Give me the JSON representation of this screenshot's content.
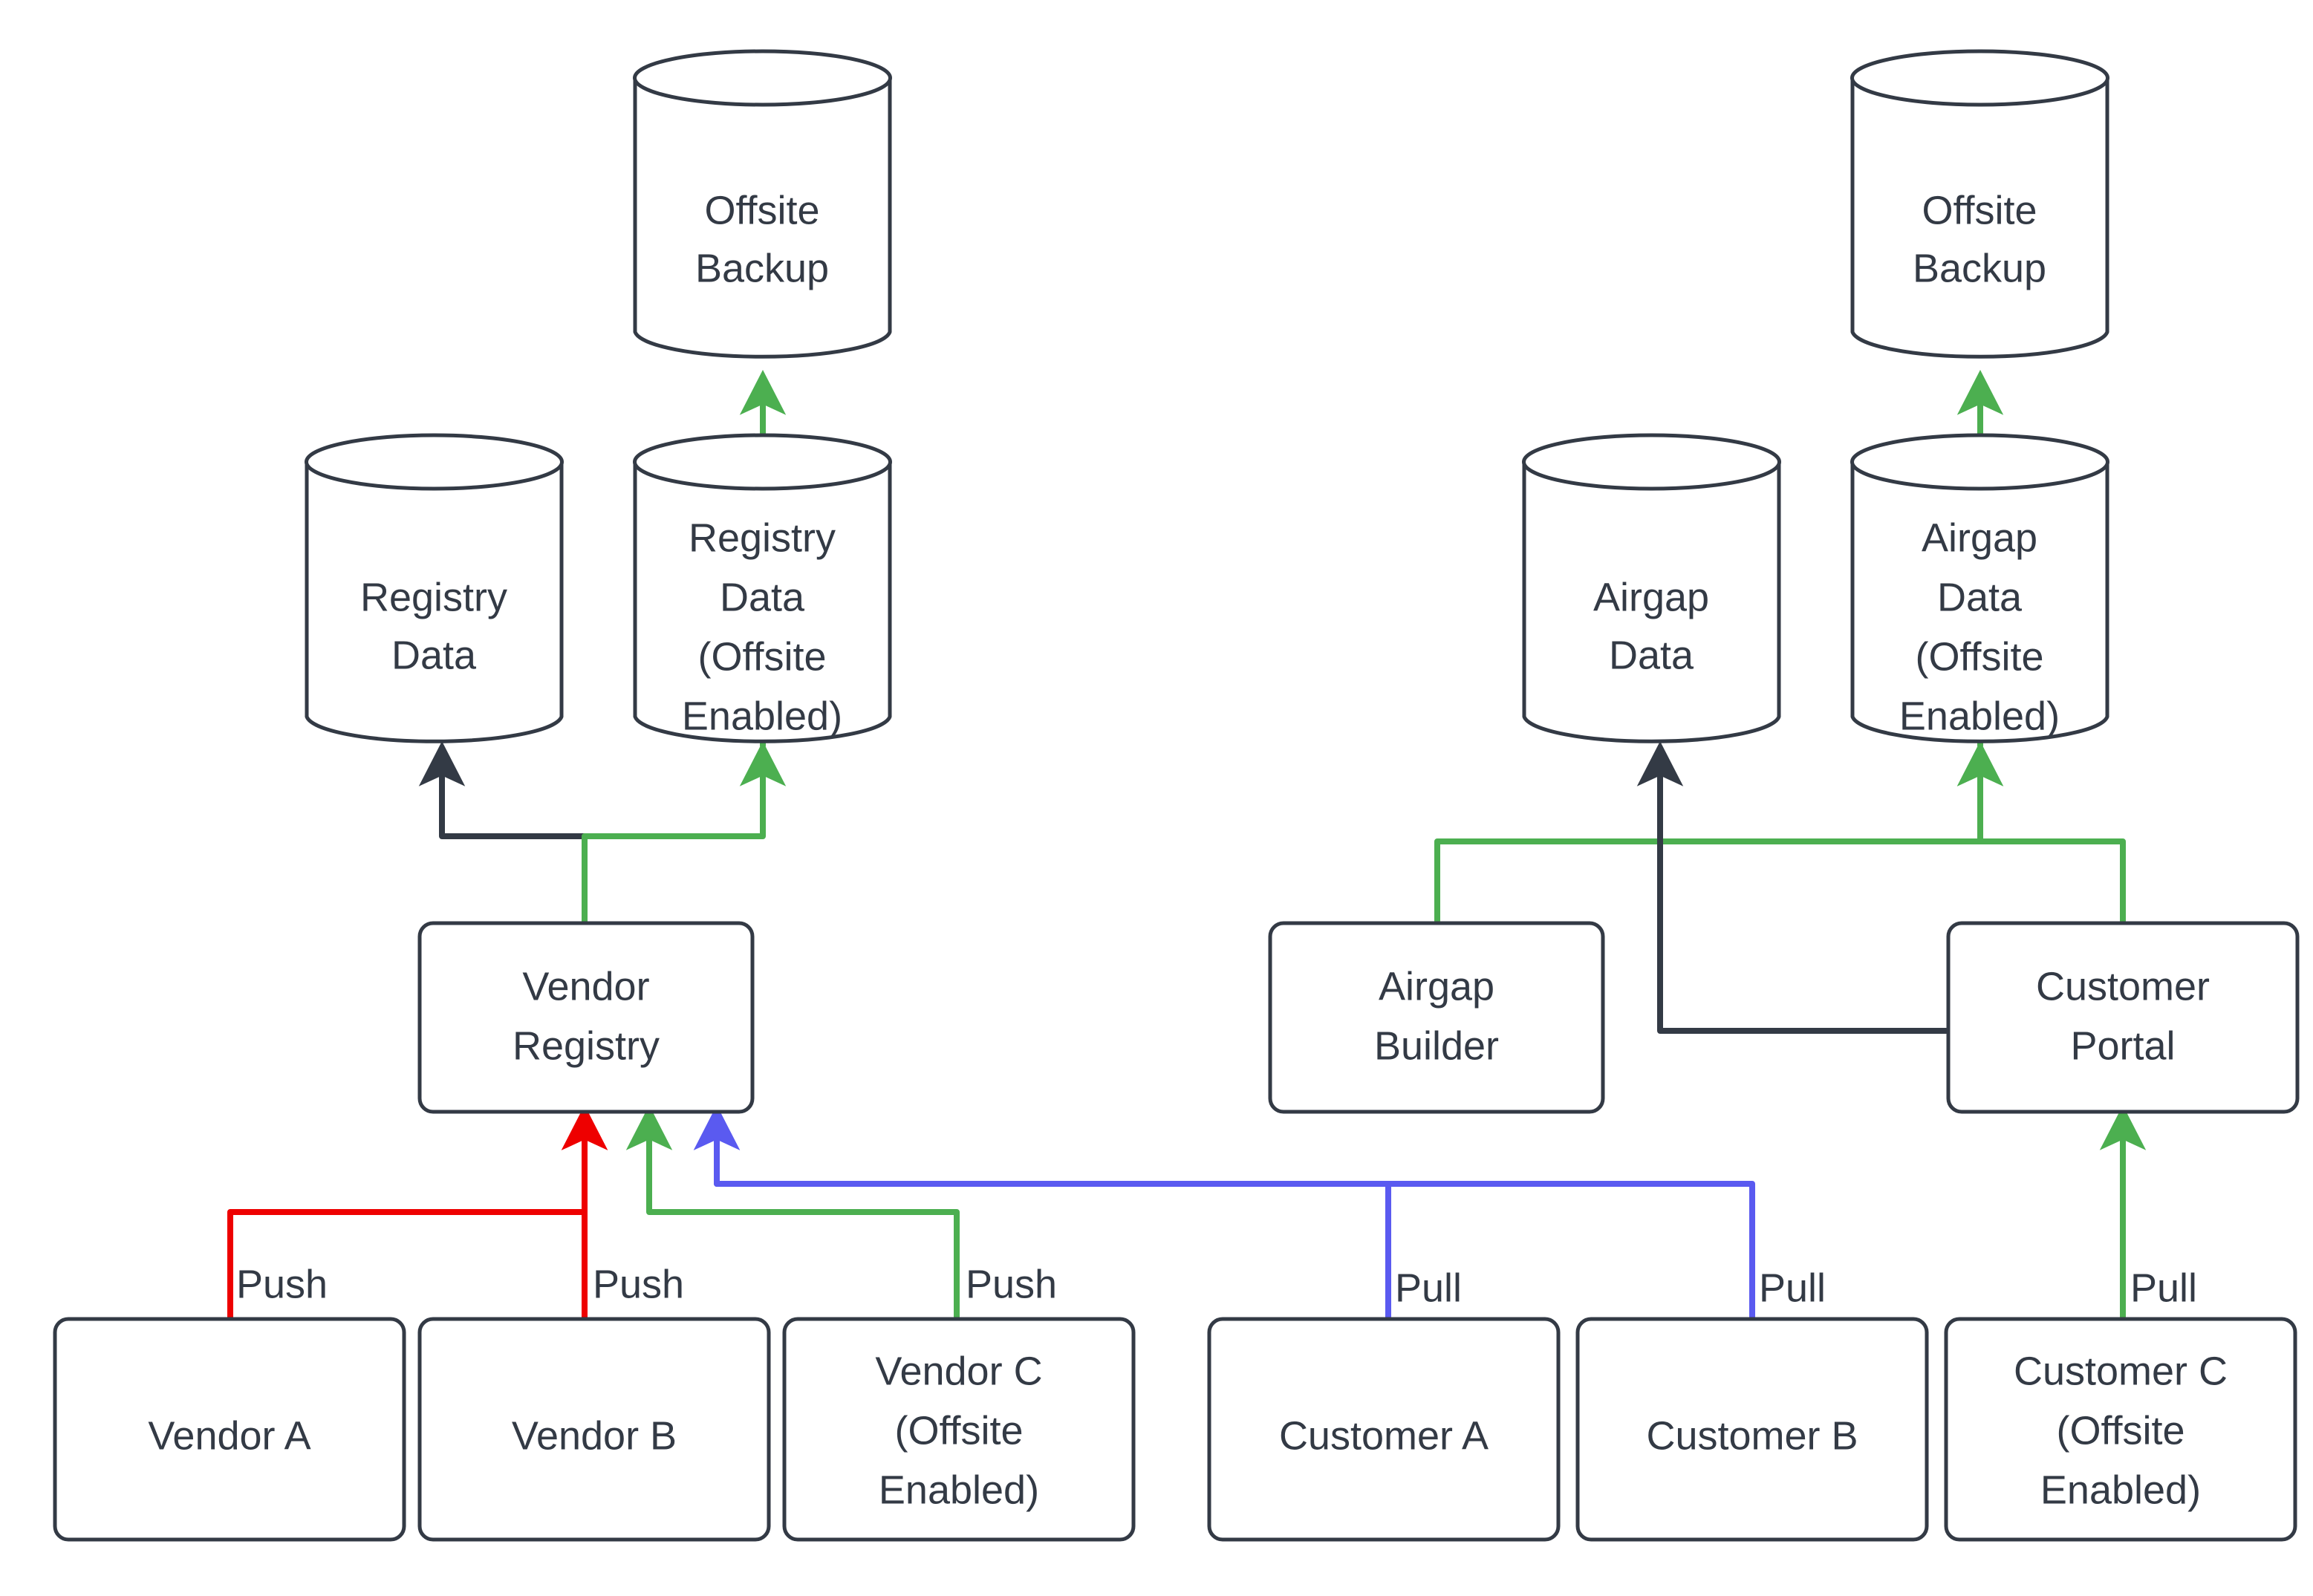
{
  "diagram": {
    "title": "Vendor Registry and Airgap Distribution Flow",
    "background_color": "#ffffff",
    "node_stroke_color": "#333a45",
    "text_color": "#333a45",
    "colors": {
      "default": "#333a45",
      "green": "#4caf50",
      "red": "#ee0000",
      "blue": "#5a5af0"
    },
    "nodes": {
      "offsite_backup_left": {
        "label_line1": "Offsite",
        "label_line2": "Backup",
        "shape": "cylinder"
      },
      "offsite_backup_right": {
        "label_line1": "Offsite",
        "label_line2": "Backup",
        "shape": "cylinder"
      },
      "registry_data": {
        "label_line1": "Registry",
        "label_line2": "Data",
        "shape": "cylinder"
      },
      "registry_data_offsite": {
        "label_line1": "Registry",
        "label_line2": "Data",
        "label_line3": "(Offsite",
        "label_line4": "Enabled)",
        "shape": "cylinder"
      },
      "airgap_data": {
        "label_line1": "Airgap",
        "label_line2": "Data",
        "shape": "cylinder"
      },
      "airgap_data_offsite": {
        "label_line1": "Airgap",
        "label_line2": "Data",
        "label_line3": "(Offsite",
        "label_line4": "Enabled)",
        "shape": "cylinder"
      },
      "vendor_registry": {
        "label_line1": "Vendor",
        "label_line2": "Registry",
        "shape": "rounded-rect"
      },
      "airgap_builder": {
        "label_line1": "Airgap",
        "label_line2": "Builder",
        "shape": "rounded-rect"
      },
      "customer_portal": {
        "label_line1": "Customer",
        "label_line2": "Portal",
        "shape": "rounded-rect"
      },
      "vendor_a": {
        "label_line1": "Vendor A",
        "shape": "rounded-rect"
      },
      "vendor_b": {
        "label_line1": "Vendor B",
        "shape": "rounded-rect"
      },
      "vendor_c": {
        "label_line1": "Vendor C",
        "label_line2": "(Offsite",
        "label_line3": "Enabled)",
        "shape": "rounded-rect"
      },
      "customer_a": {
        "label_line1": "Customer A",
        "shape": "rounded-rect"
      },
      "customer_b": {
        "label_line1": "Customer B",
        "shape": "rounded-rect"
      },
      "customer_c": {
        "label_line1": "Customer C",
        "label_line2": "(Offsite",
        "label_line3": "Enabled)",
        "shape": "rounded-rect"
      }
    },
    "edge_labels": {
      "push_a": "Push",
      "push_b": "Push",
      "push_c": "Push",
      "pull_a": "Pull",
      "pull_b": "Pull",
      "pull_c": "Pull"
    },
    "edges": [
      {
        "from": "registry_data_offsite",
        "to": "offsite_backup_left",
        "color": "#4caf50",
        "label": ""
      },
      {
        "from": "vendor_registry",
        "to": "registry_data",
        "color": "#333a45",
        "label": ""
      },
      {
        "from": "vendor_registry",
        "to": "registry_data_offsite",
        "color": "#4caf50",
        "label": ""
      },
      {
        "from": "vendor_a",
        "to": "vendor_registry",
        "color": "#ee0000",
        "label": "Push"
      },
      {
        "from": "vendor_b",
        "to": "vendor_registry",
        "color": "#ee0000",
        "label": "Push"
      },
      {
        "from": "vendor_c",
        "to": "vendor_registry",
        "color": "#4caf50",
        "label": "Push"
      },
      {
        "from": "customer_a",
        "to": "vendor_registry",
        "color": "#5a5af0",
        "label": "Pull"
      },
      {
        "from": "customer_b",
        "to": "vendor_registry",
        "color": "#5a5af0",
        "label": "Pull"
      },
      {
        "from": "customer_c",
        "to": "customer_portal",
        "color": "#4caf50",
        "label": "Pull"
      },
      {
        "from": "airgap_data_offsite",
        "to": "offsite_backup_right",
        "color": "#4caf50",
        "label": ""
      },
      {
        "from": "airgap_builder",
        "to": "airgap_data_offsite",
        "color": "#4caf50",
        "label": ""
      },
      {
        "from": "customer_portal",
        "to": "airgap_data",
        "color": "#333a45",
        "label": ""
      },
      {
        "from": "customer_portal",
        "to": "airgap_data_offsite",
        "color": "#4caf50",
        "label": ""
      }
    ]
  }
}
